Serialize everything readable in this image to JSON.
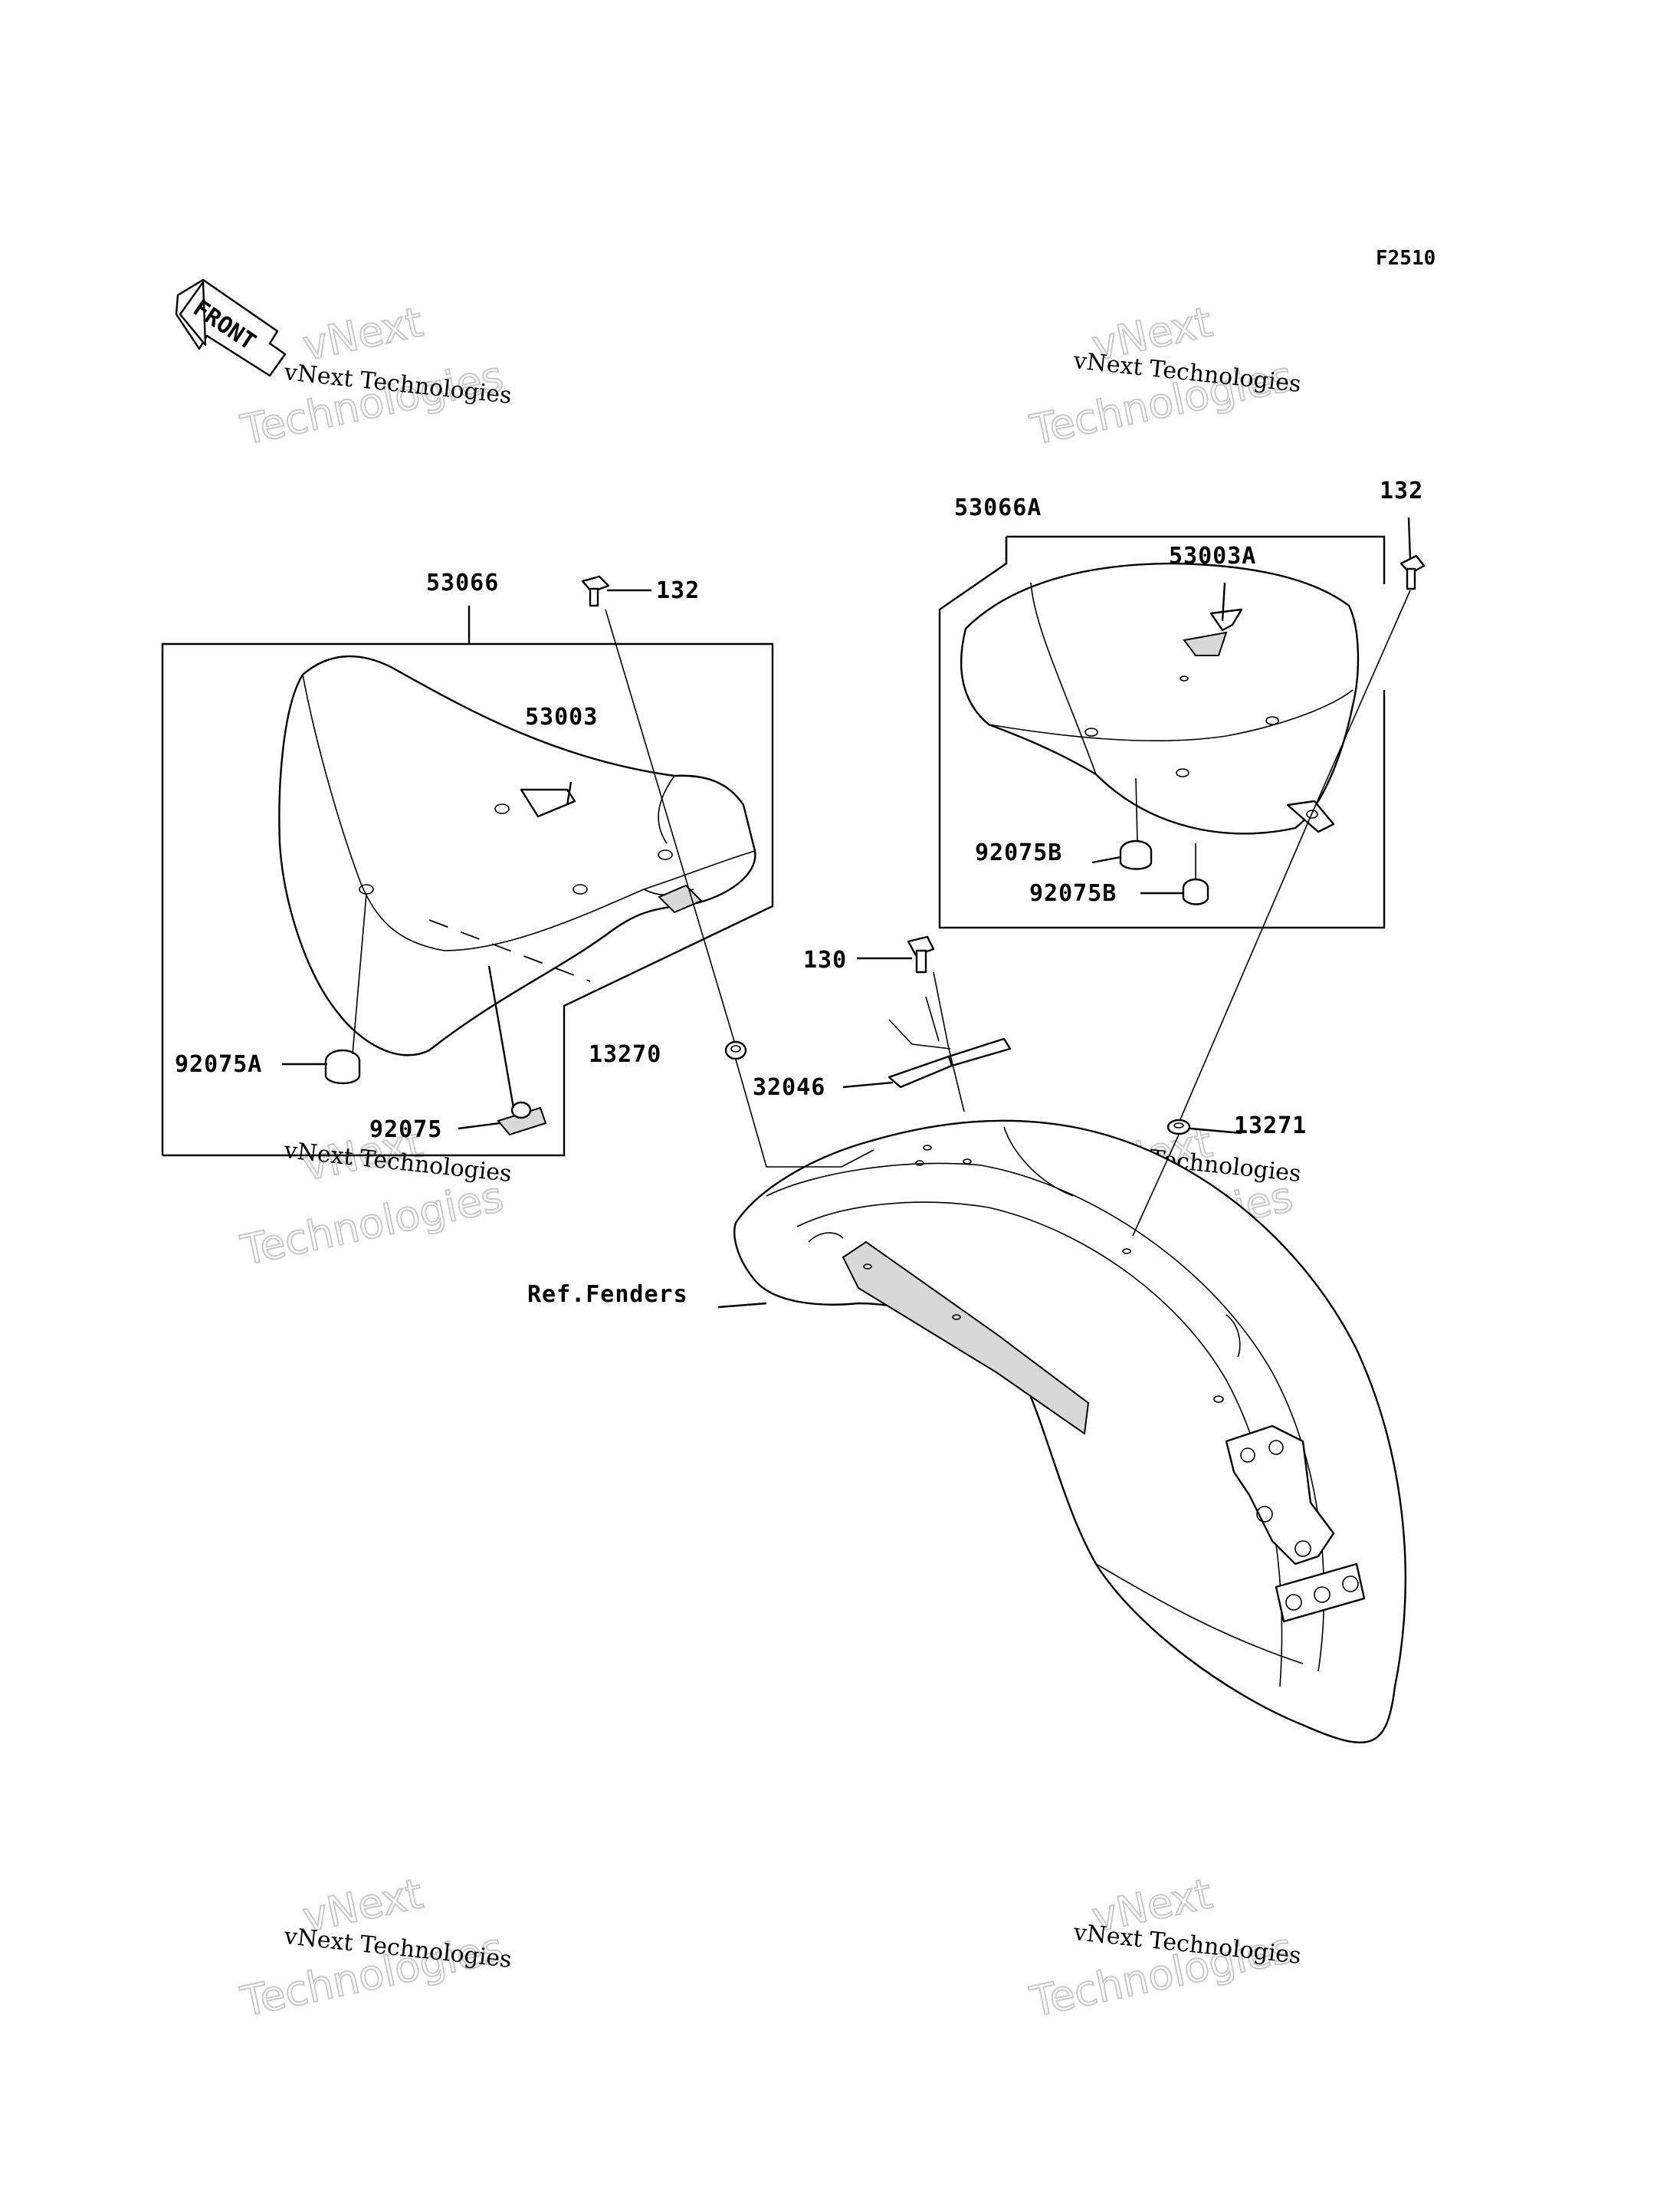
{
  "figure_code": "F2510",
  "front_indicator": "FRONT",
  "watermark": {
    "small": "vNext Technologies",
    "big_top": "vNext",
    "big_bottom": "Technologies"
  },
  "part_labels": {
    "p53066": "53066",
    "p53003": "53003",
    "p132_left": "132",
    "p92075A": "92075A",
    "p92075": "92075",
    "p13270": "13270",
    "p130": "130",
    "p32046": "32046",
    "p53066A": "53066A",
    "p53003A": "53003A",
    "p132_right": "132",
    "p92075B_upper": "92075B",
    "p92075B_lower": "92075B",
    "p13271": "13271",
    "ref_fenders": "Ref.Fenders"
  }
}
